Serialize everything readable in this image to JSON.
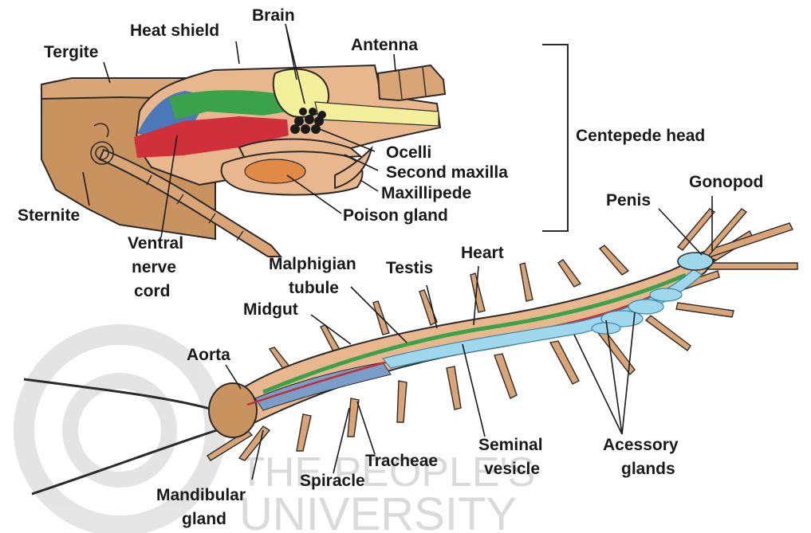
{
  "head_section": {
    "group_label": "Centepede head",
    "labels": {
      "tergite": "Tergite",
      "heat_shield": "Heat shield",
      "brain": "Brain",
      "antenna": "Antenna",
      "sternite": "Sternite",
      "ventral_nerve_cord": [
        "Ventral",
        "nerve",
        "cord"
      ],
      "ocelli": "Ocelli",
      "second_maxilla": "Second maxilla",
      "maxillipede": "Maxillipede",
      "poison_gland": "Poison gland"
    }
  },
  "body_section": {
    "labels": {
      "gonopod": "Gonopod",
      "penis": "Penis",
      "malphigian_tubule": [
        "Malphigian",
        "tubule"
      ],
      "testis": "Testis",
      "heart": "Heart",
      "midgut": "Midgut",
      "aorta": "Aorta",
      "mandibular_gland": [
        "Mandibular",
        "gland"
      ],
      "spiracle": "Spiracle",
      "tracheae": "Tracheae",
      "seminal_vesicle": [
        "Seminal",
        "vesicle"
      ],
      "accessory_glands": [
        "Acessory",
        "glands"
      ]
    }
  },
  "watermark": {
    "line1": "THE PEOPLE'S",
    "line2": "UNIVERSITY"
  },
  "colors": {
    "body": "#e9b78e",
    "body_dark": "#c8935f",
    "green": "#3aa24a",
    "blue": "#4a78b8",
    "red": "#d0303a",
    "yellow": "#f3ef9a",
    "light_blue": "#9fd7ec",
    "poison": "#e08a45"
  }
}
